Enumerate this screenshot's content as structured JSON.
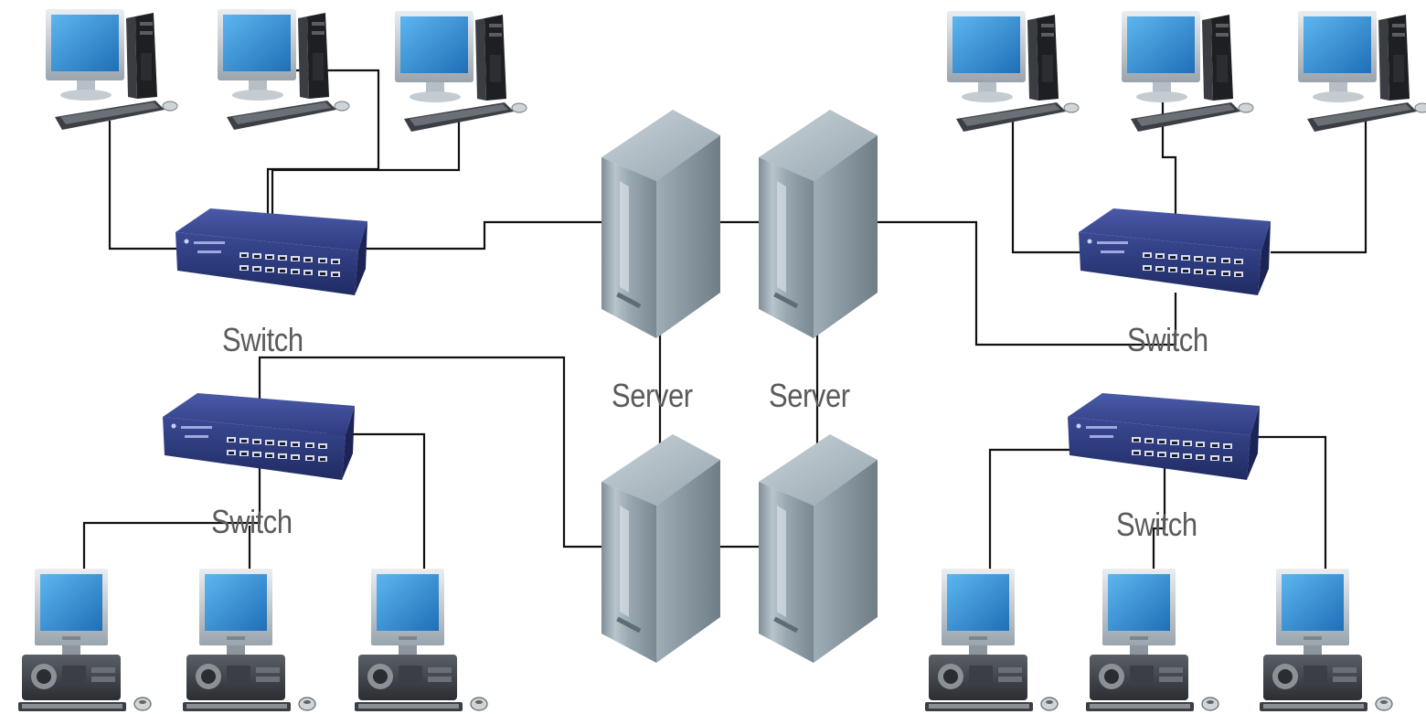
{
  "labels": {
    "switch_top_left": "Switch",
    "switch_top_right": "Switch",
    "switch_bottom_left": "Switch",
    "switch_bottom_right": "Switch",
    "server_left": "Server",
    "server_right": "Server"
  },
  "colors": {
    "switch_body": "#2f3f86",
    "monitor_screen": "#2f8fd6",
    "server_body": "#8d9ca6",
    "cable": "#111111",
    "label": "#5b5b5b"
  },
  "icons": {
    "desktop_tower": "desktop-tower-workstation-icon",
    "desktop_flat": "desktop-flat-workstation-icon",
    "switch": "network-switch-icon",
    "server": "tower-server-icon"
  }
}
